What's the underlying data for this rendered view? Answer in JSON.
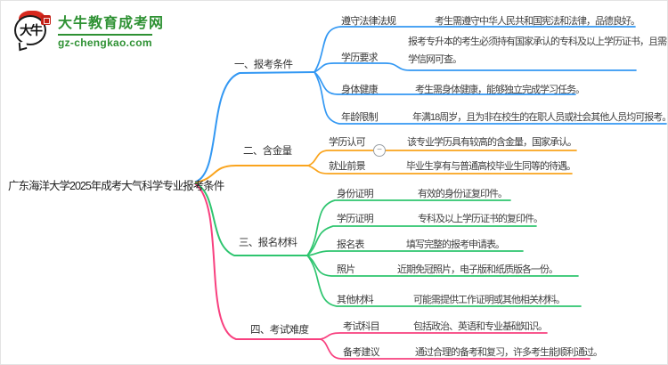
{
  "logo": {
    "title": "大牛教育成考网",
    "domain": "gz-chengkao.com",
    "icon_text": "大牛",
    "brand_color": "#2e9133"
  },
  "root": {
    "label": "广东海洋大学2025年成考大气科学专业报考条件"
  },
  "ui": {
    "collapse_glyph": "−"
  },
  "branches": [
    {
      "label": "一、报考条件",
      "color": "#3398f3",
      "children": [
        {
          "label": "遵守法律法规",
          "detail": "考生需遵守中华人民共和国宪法和法律，品德良好。"
        },
        {
          "label": "学历要求",
          "detail": "报考专升本的考生必须持有国家承认的专科及以上学历证书，且需在学信网可查。"
        },
        {
          "label": "身体健康",
          "detail": "考生需身体健康，能够独立完成学习任务。"
        },
        {
          "label": "年龄限制",
          "detail": "年满18周岁，且为非在校生的在职人员或社会其他人员均可报考。"
        }
      ]
    },
    {
      "label": "二、含金量",
      "color": "#faa41d",
      "children": [
        {
          "label": "学历认可",
          "detail": "该专业学历具有较高的含金量，国家承认。"
        },
        {
          "label": "就业前景",
          "detail": "毕业生享有与普通高校毕业生同等的待遇。"
        }
      ]
    },
    {
      "label": "三、报名材料",
      "color": "#2ec56f",
      "children": [
        {
          "label": "身份证明",
          "detail": "有效的身份证复印件。"
        },
        {
          "label": "学历证明",
          "detail": "专科及以上学历证书的复印件。"
        },
        {
          "label": "报名表",
          "detail": "填写完整的报考申请表。"
        },
        {
          "label": "照片",
          "detail": "近期免冠照片，电子版和纸质版各一份。"
        },
        {
          "label": "其他材料",
          "detail": "可能需提供工作证明或其他相关材料。"
        }
      ]
    },
    {
      "label": "四、考试难度",
      "color": "#f8407f",
      "children": [
        {
          "label": "考试科目",
          "detail": "包括政治、英语和专业基础知识。"
        },
        {
          "label": "备考建议",
          "detail": "通过合理的备考和复习，许多考生能顺利通过。"
        }
      ]
    }
  ]
}
